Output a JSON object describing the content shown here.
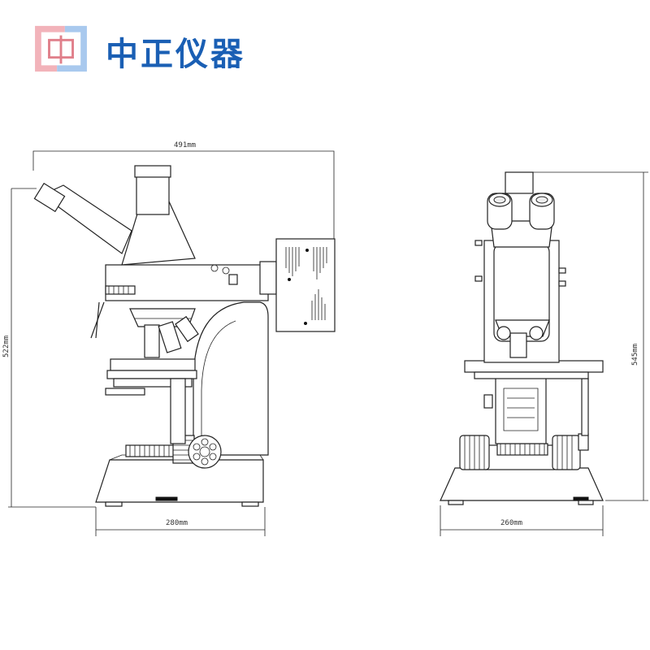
{
  "brand": {
    "name": "中正仪器",
    "colors": {
      "text": "#1a5fb4",
      "logo_red": "#e8a0a8",
      "logo_blue": "#8fb8e6"
    }
  },
  "dimensions": {
    "side_width": "491mm",
    "side_height": "522mm",
    "side_base_width": "280mm",
    "front_height": "545mm",
    "front_base_width": "260mm"
  }
}
